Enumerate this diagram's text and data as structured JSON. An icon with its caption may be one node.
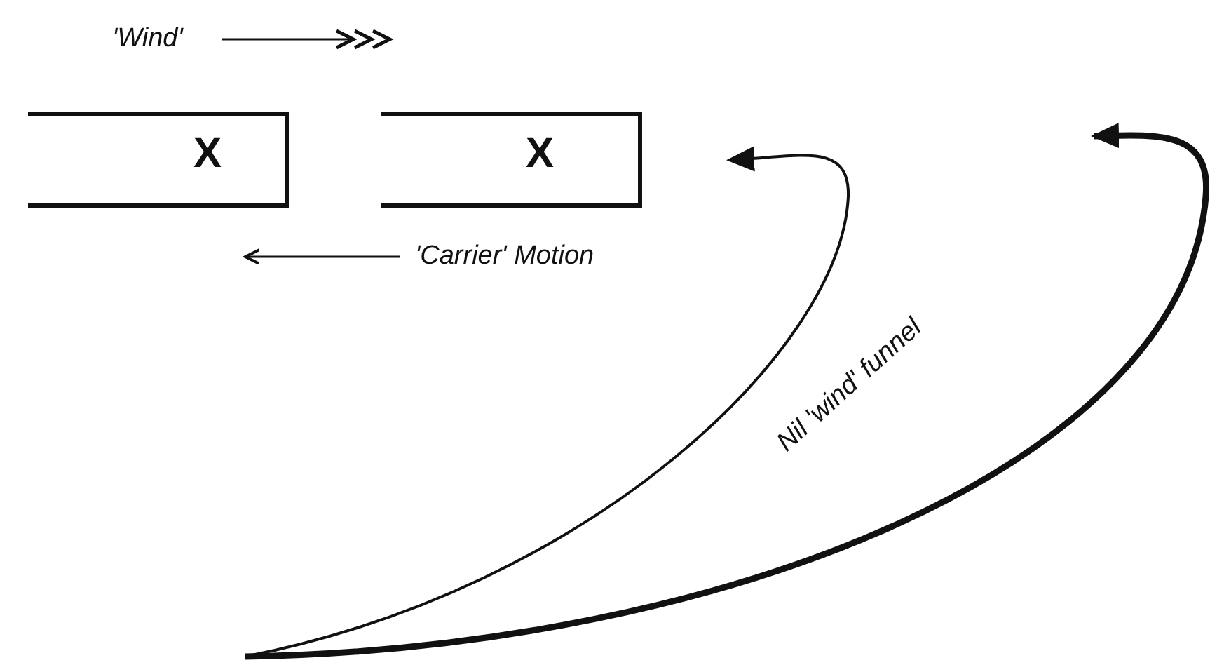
{
  "diagram": {
    "nodes": [
      {
        "text": [
          "X"
        ]
      },
      {
        "text": [
          "X"
        ]
      }
    ],
    "labels": [
      "'Wind'",
      "'Carrier' Motion",
      "Nil 'wind' funnel"
    ]
  }
}
